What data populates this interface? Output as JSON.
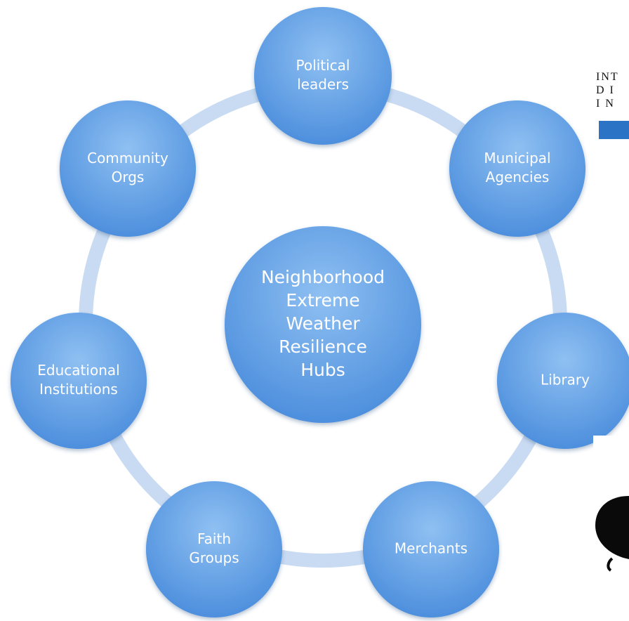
{
  "diagram": {
    "center": {
      "lines": [
        "Neighborhood",
        "Extreme",
        "Weather",
        "Resilience",
        "Hubs"
      ]
    },
    "nodes": [
      {
        "id": "political-leaders",
        "lines": [
          "Political",
          "leaders"
        ]
      },
      {
        "id": "municipal-agencies",
        "lines": [
          "Municipal",
          "Agencies"
        ]
      },
      {
        "id": "library",
        "lines": [
          "Library"
        ]
      },
      {
        "id": "merchants",
        "lines": [
          "Merchants"
        ]
      },
      {
        "id": "faith-groups",
        "lines": [
          "Faith",
          "Groups"
        ]
      },
      {
        "id": "educational-institutions",
        "lines": [
          "Educational",
          "Institutions"
        ]
      },
      {
        "id": "community-orgs",
        "lines": [
          "Community",
          "Orgs"
        ]
      }
    ],
    "colors": {
      "node_light": "#8fc0f2",
      "node_dark": "#4d8fdd",
      "ring": "#c9dbf2",
      "logo_bar": "#2b73c4"
    }
  },
  "corner_logo": {
    "lines": [
      "INT",
      "D I",
      "I N"
    ]
  }
}
